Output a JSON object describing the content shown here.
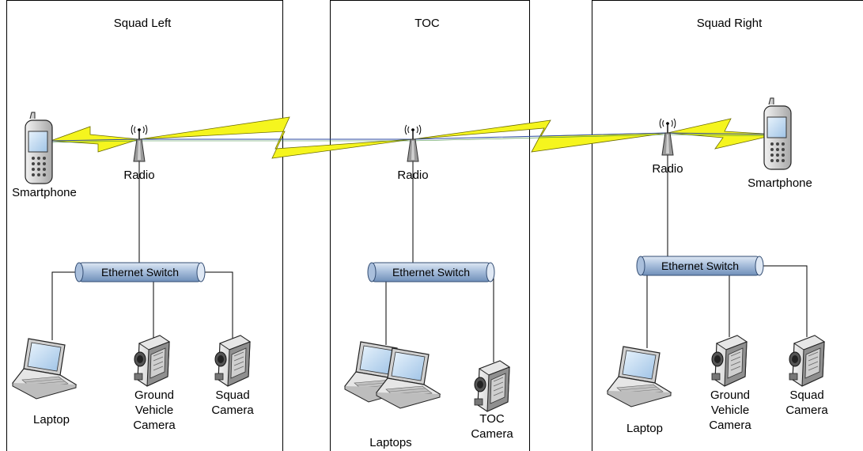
{
  "panels": [
    {
      "title": "Squad Left"
    },
    {
      "title": "TOC"
    },
    {
      "title": "Squad Right"
    }
  ],
  "labels": {
    "left_smartphone": "Smartphone",
    "left_radio": "Radio",
    "left_switch": "Ethernet Switch",
    "left_laptop": "Laptop",
    "left_ground_camera": "Ground\nVehicle\nCamera",
    "left_squad_camera": "Squad\nCamera",
    "toc_radio": "Radio",
    "toc_switch": "Ethernet Switch",
    "toc_laptops": "Laptops",
    "toc_camera": "TOC\nCamera",
    "right_radio": "Radio",
    "right_smartphone": "Smartphone",
    "right_switch": "Ethernet Switch",
    "right_laptop": "Laptop",
    "right_ground_camera": "Ground\nVehicle\nCamera",
    "right_squad_camera": "Squad\nCamera"
  },
  "colors": {
    "wireless_link": "#f5f51e",
    "switch_fill": "#a9bfdc",
    "screen_fill": "#c4dcf2",
    "device_fill": "#d8d8d8"
  }
}
